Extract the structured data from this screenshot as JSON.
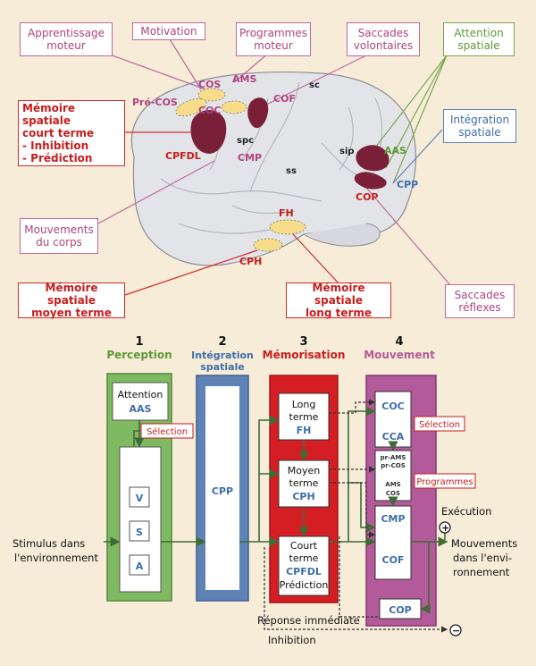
{
  "brain": {
    "callouts": {
      "apprentissage": "Apprentissage\nmoteur",
      "motivation": "Motivation",
      "programmes": "Programmes\nmoteur",
      "saccades_vol": "Saccades\nvolontaires",
      "attention": "Attention\nspatiale",
      "memoire_court": "Mémoire spatiale\ncourt terme\n- Inhibition\n- Prédiction",
      "integration": "Intégration\nspatiale",
      "mouvements_corps": "Mouvements\ndu corps",
      "memoire_moyen": "Mémoire spatiale\nmoyen terme",
      "memoire_long": "Mémoire spatiale\nlong terme",
      "saccades_ref": "Saccades\nréflexes"
    },
    "areas": {
      "cos": "COS",
      "ams": "AMS",
      "pre_cos": "Pré-COS",
      "coc": "COC",
      "cof": "COF",
      "sc": "sc",
      "spc": "spc",
      "cpfdl": "CPFDL",
      "cmp": "CMP",
      "ss": "ss",
      "sip": "sip",
      "aas": "AAS",
      "cpp": "CPP",
      "cop": "COP",
      "fh": "FH",
      "cph": "CPH"
    }
  },
  "flow": {
    "stages": {
      "n1": "1",
      "perception": "Perception",
      "n2": "2",
      "integration": "Intégration\nspatiale",
      "n3": "3",
      "memorisation": "Mémorisation",
      "n4": "4",
      "mouvement": "Mouvement"
    },
    "boxes": {
      "attention": "Attention",
      "aas": "AAS",
      "selection": "Sélection",
      "v": "V",
      "s": "S",
      "a": "A",
      "cpp": "CPP",
      "long": "Long\nterme",
      "fh": "FH",
      "moyen": "Moyen\nterme",
      "cph": "CPH",
      "court": "Court\nterme",
      "cpfdl": "CPFDL",
      "prediction": "Prédiction",
      "coc": "COC",
      "cca": "CCA",
      "selection2": "Sélection",
      "pr_ams": "pr-AMS",
      "pr_cos": "pr-COS",
      "ams": "AMS",
      "cos": "COS",
      "programmes": "Programmes",
      "cmp": "CMP",
      "cof": "COF",
      "cop": "COP"
    },
    "labels": {
      "stimulus": "Stimulus dans\nl'environnement",
      "execution": "Exécution",
      "plus": "+",
      "mouvements": "Mouvements\ndans l'envi-\nronnement",
      "reponse": "Réponse immédiate",
      "inhibition": "Inhibition",
      "minus": "−"
    }
  },
  "colors": {
    "background": "#f6ecd8",
    "brain": "#e2e3e7",
    "dark_area": "#7a1f38",
    "yellow_area": "#f7dc8a",
    "green": "#7fba62",
    "blue": "#5f83b4",
    "red": "#d51e23",
    "purple": "#b35a9b",
    "arrow": "#3f6b36"
  }
}
